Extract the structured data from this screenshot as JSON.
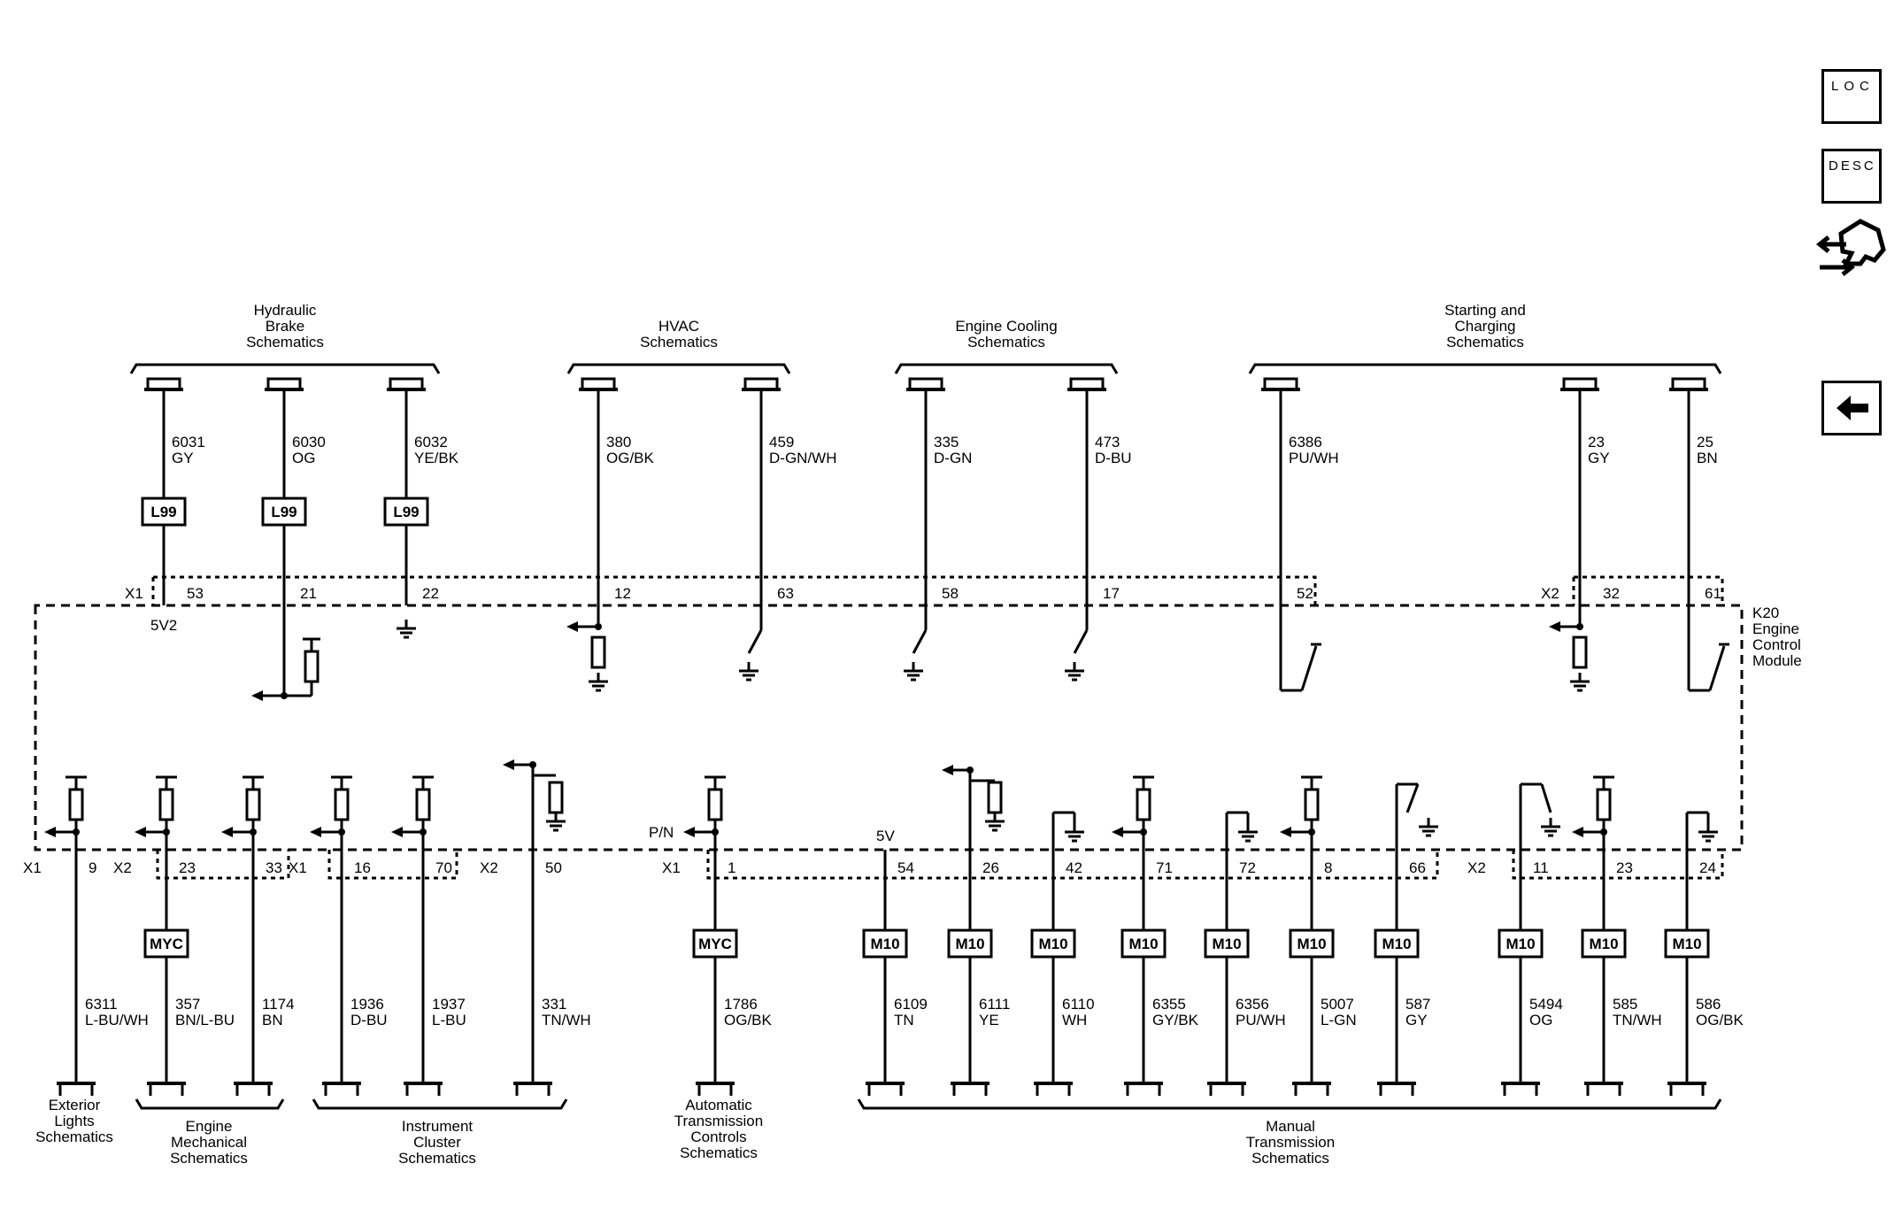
{
  "module": {
    "label": "K20\nEngine\nControl\nModule"
  },
  "nav": {
    "loc_label": "LOC",
    "desc_label": "DESC"
  },
  "top_groups": [
    {
      "label": "Hydraulic\nBrake\nSchematics"
    },
    {
      "label": "HVAC\nSchematics"
    },
    {
      "label": "Engine Cooling\nSchematics"
    },
    {
      "label": "Starting and\nCharging\nSchematics"
    }
  ],
  "top_wires": [
    {
      "circuit": "6031",
      "color": "GY",
      "box": "L99",
      "pin": "53",
      "conn": "X1",
      "note": "5V2"
    },
    {
      "circuit": "6030",
      "color": "OG",
      "box": "L99",
      "pin": "21"
    },
    {
      "circuit": "6032",
      "color": "YE/BK",
      "box": "L99",
      "pin": "22"
    },
    {
      "circuit": "380",
      "color": "OG/BK",
      "pin": "12"
    },
    {
      "circuit": "459",
      "color": "D-GN/WH",
      "pin": "63"
    },
    {
      "circuit": "335",
      "color": "D-GN",
      "pin": "58"
    },
    {
      "circuit": "473",
      "color": "D-BU",
      "pin": "17"
    },
    {
      "circuit": "6386",
      "color": "PU/WH",
      "pin": "52"
    },
    {
      "circuit": "23",
      "color": "GY",
      "pin": "32",
      "conn": "X2"
    },
    {
      "circuit": "25",
      "color": "BN",
      "pin": "61"
    }
  ],
  "bottom_wires": [
    {
      "circuit": "6311",
      "color": "L-BU/WH",
      "pin": "9",
      "conn": "X1"
    },
    {
      "circuit": "357",
      "color": "BN/L-BU",
      "pin": "23",
      "conn": "X2",
      "box": "MYC"
    },
    {
      "circuit": "1174",
      "color": "BN",
      "pin": "33"
    },
    {
      "circuit": "1936",
      "color": "D-BU",
      "pin": "16",
      "conn": "X1"
    },
    {
      "circuit": "1937",
      "color": "L-BU",
      "pin": "70"
    },
    {
      "circuit": "331",
      "color": "TN/WH",
      "pin": "50",
      "conn": "X2"
    },
    {
      "circuit": "1786",
      "color": "OG/BK",
      "pin": "1",
      "conn": "X1",
      "box": "MYC",
      "note": "P/N"
    },
    {
      "circuit": "6109",
      "color": "TN",
      "pin": "54",
      "box": "M10",
      "note": "5V"
    },
    {
      "circuit": "6111",
      "color": "YE",
      "pin": "26",
      "box": "M10"
    },
    {
      "circuit": "6110",
      "color": "WH",
      "pin": "42",
      "box": "M10"
    },
    {
      "circuit": "6355",
      "color": "GY/BK",
      "pin": "71",
      "box": "M10"
    },
    {
      "circuit": "6356",
      "color": "PU/WH",
      "pin": "72",
      "box": "M10"
    },
    {
      "circuit": "5007",
      "color": "L-GN",
      "pin": "8",
      "box": "M10"
    },
    {
      "circuit": "587",
      "color": "GY",
      "pin": "66",
      "box": "M10"
    },
    {
      "circuit": "5494",
      "color": "OG",
      "pin": "11",
      "conn": "X2",
      "box": "M10"
    },
    {
      "circuit": "585",
      "color": "TN/WH",
      "pin": "23",
      "box": "M10"
    },
    {
      "circuit": "586",
      "color": "OG/BK",
      "pin": "24",
      "box": "M10"
    }
  ],
  "bottom_groups": [
    {
      "label": "Exterior\nLights\nSchematics"
    },
    {
      "label": "Engine\nMechanical\nSchematics"
    },
    {
      "label": "Instrument\nCluster\nSchematics"
    },
    {
      "label": "Automatic\nTransmission\nControls\nSchematics"
    },
    {
      "label": "Manual\nTransmission\nSchematics"
    }
  ]
}
